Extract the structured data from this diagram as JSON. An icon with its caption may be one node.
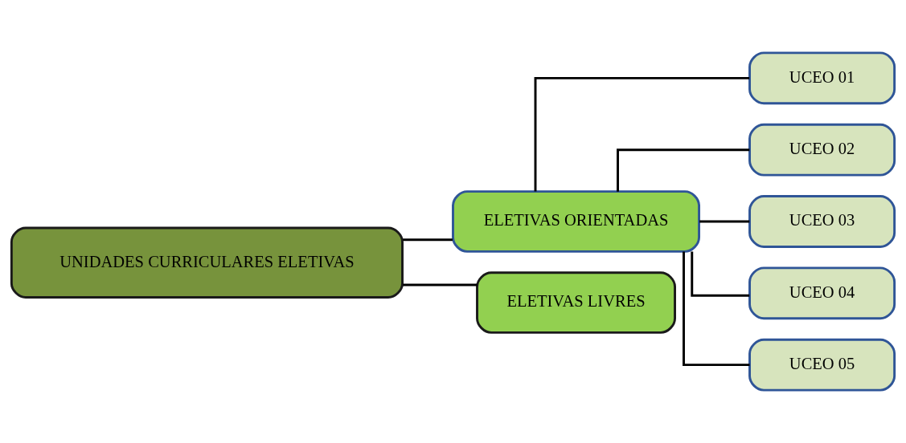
{
  "diagram": {
    "nodes": [
      {
        "text": [
          "UNIDADES CURRICULARES ELETIVAS"
        ]
      },
      {
        "text": [
          "ELETIVAS ORIENTADAS"
        ]
      },
      {
        "text": [
          "UCEO 01"
        ]
      },
      {
        "text": [
          "UCEO 02"
        ]
      },
      {
        "text": [
          "UCEO 03"
        ]
      },
      {
        "text": [
          "UCEO 04"
        ]
      },
      {
        "text": [
          "UCEO 05"
        ]
      },
      {
        "text": [
          "ELETIVAS LIVRES"
        ]
      }
    ],
    "edges": [
      {
        "from": 0,
        "to": 1,
        "arrow": "none"
      },
      {
        "from": 0,
        "to": 7,
        "arrow": "none"
      },
      {
        "from": 1,
        "to": 2,
        "arrow": "none"
      },
      {
        "from": 1,
        "to": 3,
        "arrow": "none"
      },
      {
        "from": 1,
        "to": 4,
        "arrow": "none"
      },
      {
        "from": 1,
        "to": 5,
        "arrow": "none"
      },
      {
        "from": 1,
        "to": 6,
        "arrow": "none"
      }
    ]
  }
}
